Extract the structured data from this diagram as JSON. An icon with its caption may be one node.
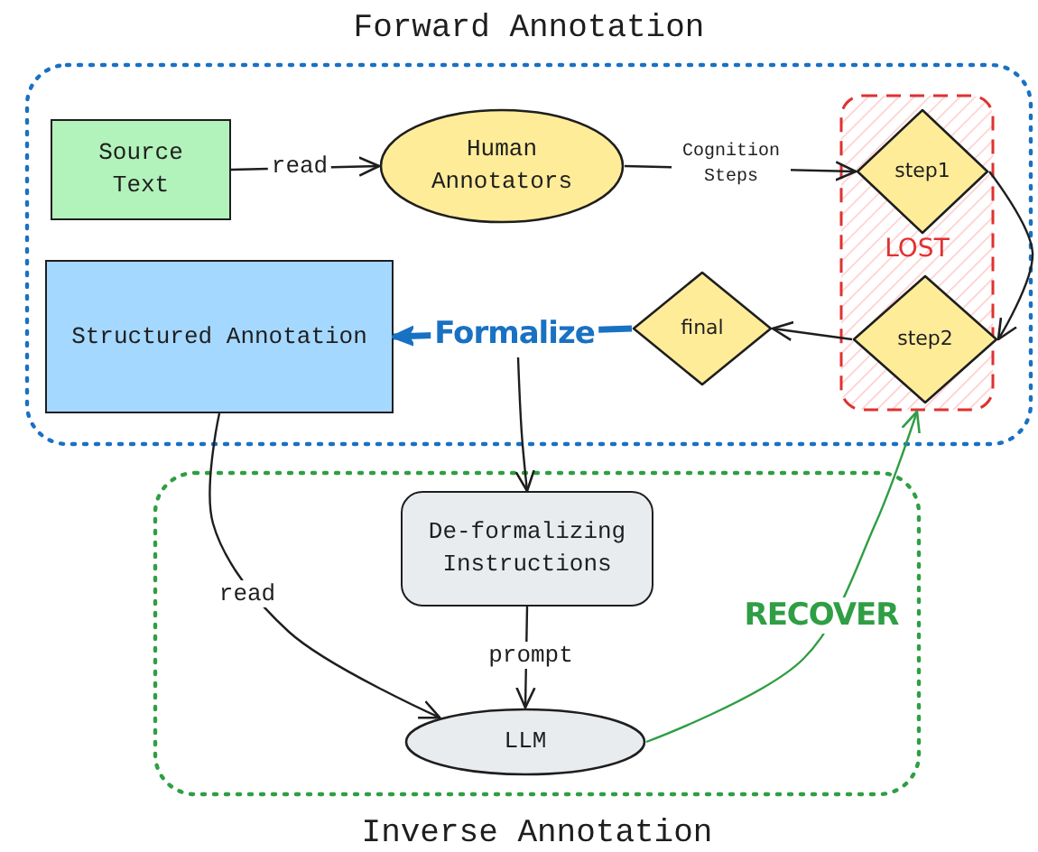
{
  "diagram": {
    "nodes": [
      {
        "text": [
          "Forward Annotation"
        ]
      },
      {
        "text": [
          "Source Text"
        ],
        "in": 0
      },
      {
        "text": [
          "Human Annotators"
        ],
        "in": 0
      },
      {
        "text": [
          "LOST"
        ],
        "in": 0
      },
      {
        "text": [
          "step1"
        ],
        "in": 3
      },
      {
        "text": [
          "step2"
        ],
        "in": 3
      },
      {
        "text": [
          "final"
        ],
        "in": 0
      },
      {
        "text": [
          "Structured Annotation"
        ],
        "in": 0
      },
      {
        "text": [
          "Inverse Annotation"
        ]
      },
      {
        "text": [
          "De-formalizing Instructions"
        ],
        "in": 8
      },
      {
        "text": [
          "LLM"
        ],
        "in": 8
      }
    ],
    "edges": [
      {
        "from": 1,
        "to": 2,
        "arrow": "to",
        "label": "read"
      },
      {
        "from": 2,
        "to": 4,
        "arrow": "to",
        "label": "Cognition Steps"
      },
      {
        "from": 4,
        "to": 5,
        "arrow": "to"
      },
      {
        "from": 5,
        "to": 6,
        "arrow": "to"
      },
      {
        "from": 6,
        "to": 7,
        "arrow": "to",
        "label": "Formalize",
        "style": "thick",
        "color": "#1971c2"
      },
      {
        "from": null,
        "to": 9,
        "arrow": "to"
      },
      {
        "from": 7,
        "to": 10,
        "arrow": "to",
        "label": "read"
      },
      {
        "from": 9,
        "to": 10,
        "arrow": "to",
        "label": "prompt"
      },
      {
        "from": 10,
        "to": 3,
        "arrow": "to",
        "label": "RECOVER",
        "color": "#2f9e44"
      }
    ]
  }
}
